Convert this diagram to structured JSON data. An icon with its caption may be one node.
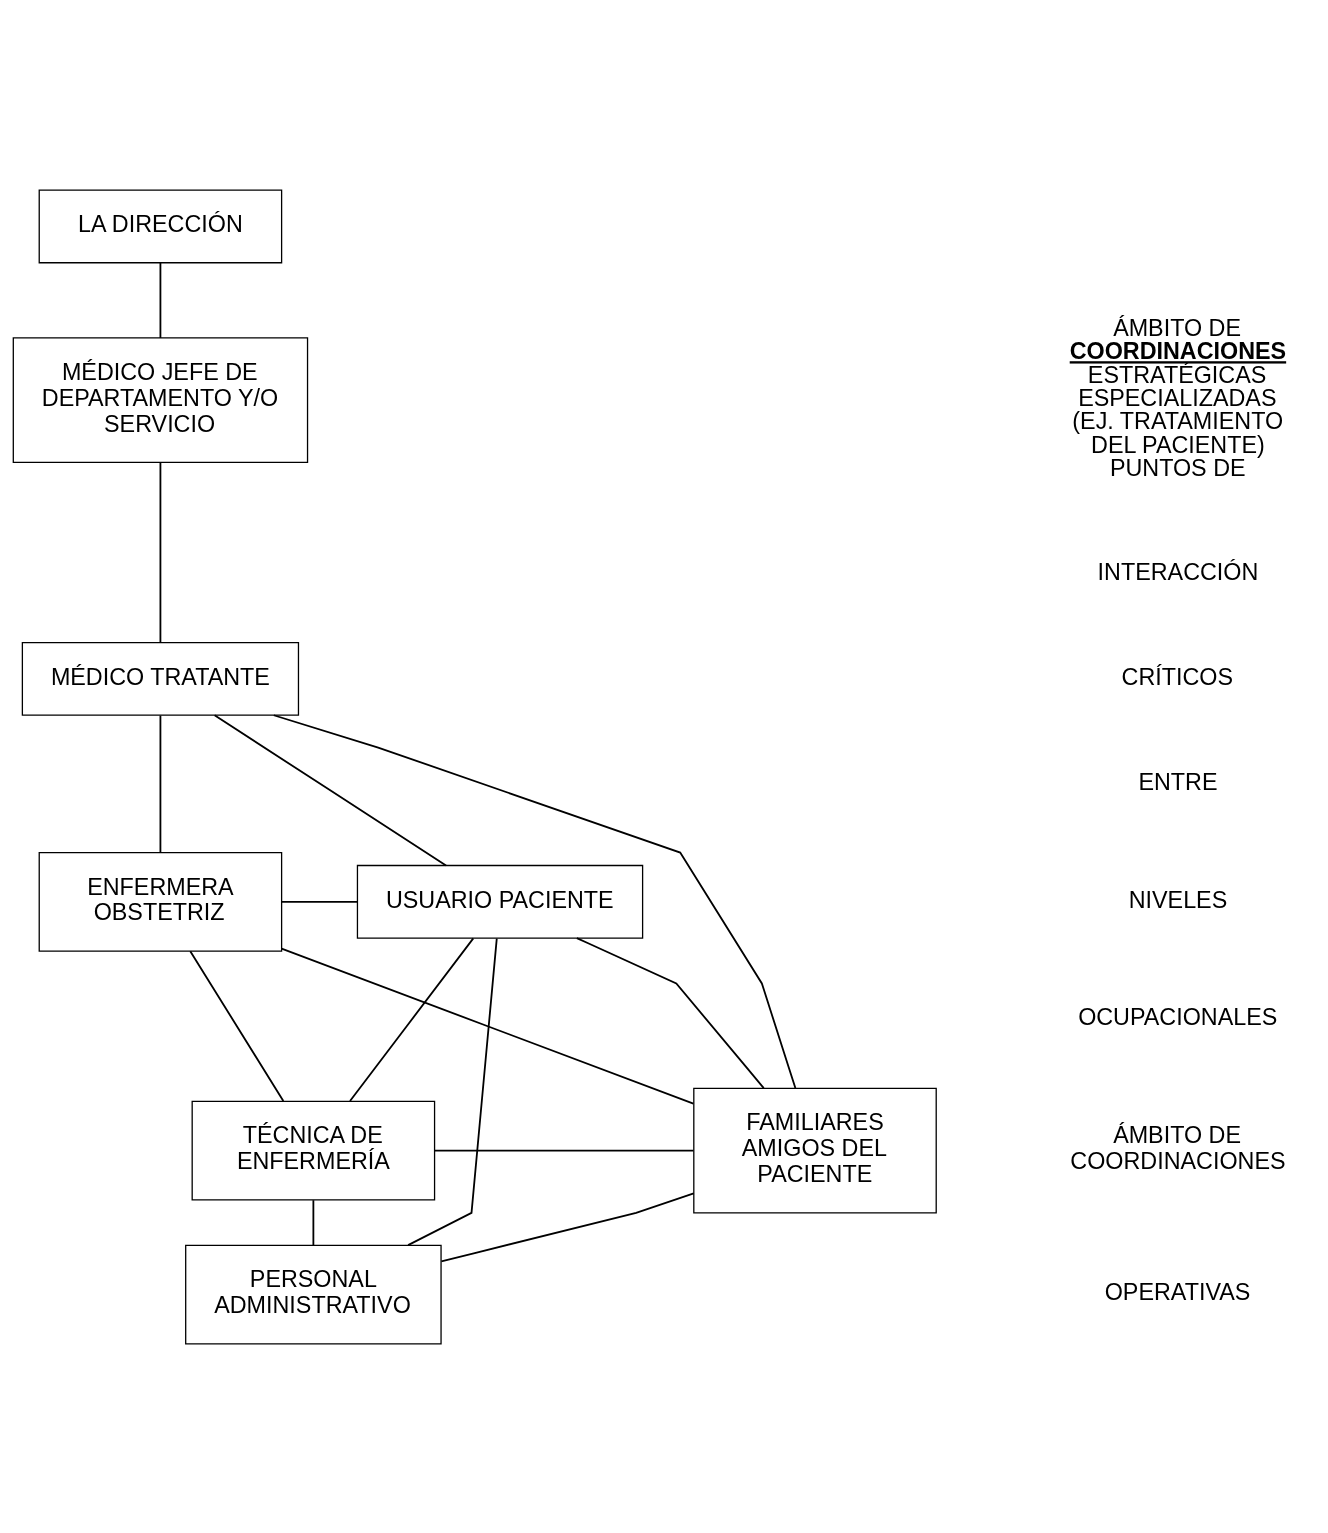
{
  "diagram": {
    "nodes": [
      {
        "text": [
          "LA DIRECCIÓN"
        ]
      },
      {
        "text": [
          "MÉDICO JEFE DE DEPARTAMENTO Y/O SERVICIO"
        ]
      },
      {
        "text": [
          "MÉDICO TRATANTE"
        ]
      },
      {
        "text": [
          "ENFERMERA OBSTETRIZ"
        ]
      },
      {
        "text": [
          "USUARIO PACIENTE"
        ]
      },
      {
        "text": [
          "TÉCNICA DE ENFERMERÍA"
        ]
      },
      {
        "text": [
          "FAMILIARES AMIGOS DEL PACIENTE"
        ]
      },
      {
        "text": [
          "PERSONAL ADMINISTRATIVO"
        ]
      }
    ],
    "edges": [
      {
        "from": 0,
        "to": 1,
        "arrow": "none"
      },
      {
        "from": 1,
        "to": 2,
        "arrow": "none"
      },
      {
        "from": 2,
        "to": 3,
        "arrow": "none"
      },
      {
        "from": 2,
        "to": 4,
        "arrow": "none"
      },
      {
        "from": 2,
        "to": 6,
        "arrow": "none"
      },
      {
        "from": 3,
        "to": 4,
        "arrow": "none"
      },
      {
        "from": 3,
        "to": 5,
        "arrow": "none"
      },
      {
        "from": 3,
        "to": 6,
        "arrow": "none"
      },
      {
        "from": 4,
        "to": 5,
        "arrow": "none"
      },
      {
        "from": 4,
        "to": 7,
        "arrow": "none"
      },
      {
        "from": 4,
        "to": 6,
        "arrow": "none"
      },
      {
        "from": 5,
        "to": 6,
        "arrow": "none"
      },
      {
        "from": 5,
        "to": 7,
        "arrow": "none"
      },
      {
        "from": 7,
        "to": 6,
        "arrow": "none"
      }
    ],
    "labels": [
      "ÁMBITO DE **COORDINACIONES** ESTRATÉGICAS ESPECIALIZADAS (EJ. TRATAMIENTO DEL PACIENTE) PUNTOS DE",
      "INTERACCIÓN",
      "CRÍTICOS",
      "ENTRE",
      "NIVELES",
      "OCUPACIONALES",
      "ÁMBITO DE COORDINACIONES",
      "OPERATIVAS"
    ]
  }
}
